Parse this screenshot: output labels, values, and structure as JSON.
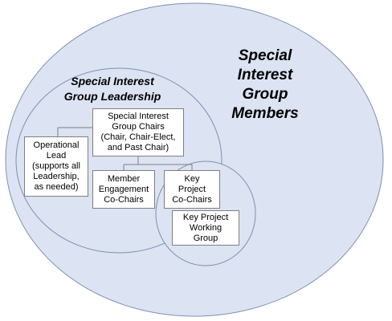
{
  "members": {
    "title": "Special\nInterest\nGroup\nMembers"
  },
  "leadership": {
    "title": "Special Interest\nGroup Leadership"
  },
  "boxes": {
    "chairs": "Special Interest\nGroup Chairs\n(Chair, Chair-Elect,\nand Past Chair)",
    "operational_lead": "Operational\nLead\n(supports all\nLeadership,\nas needed)",
    "member_engagement": "Member\nEngagement\nCo-Chairs",
    "key_project": "Key\nProject\nCo-Chairs",
    "working_group": "Key Project\nWorking\nGroup"
  },
  "colors": {
    "circle_fill": "#dce3f2",
    "circle_stroke": "#7f8fb0",
    "connector": "#7f7f7f",
    "box_border": "#7f7f7f"
  }
}
